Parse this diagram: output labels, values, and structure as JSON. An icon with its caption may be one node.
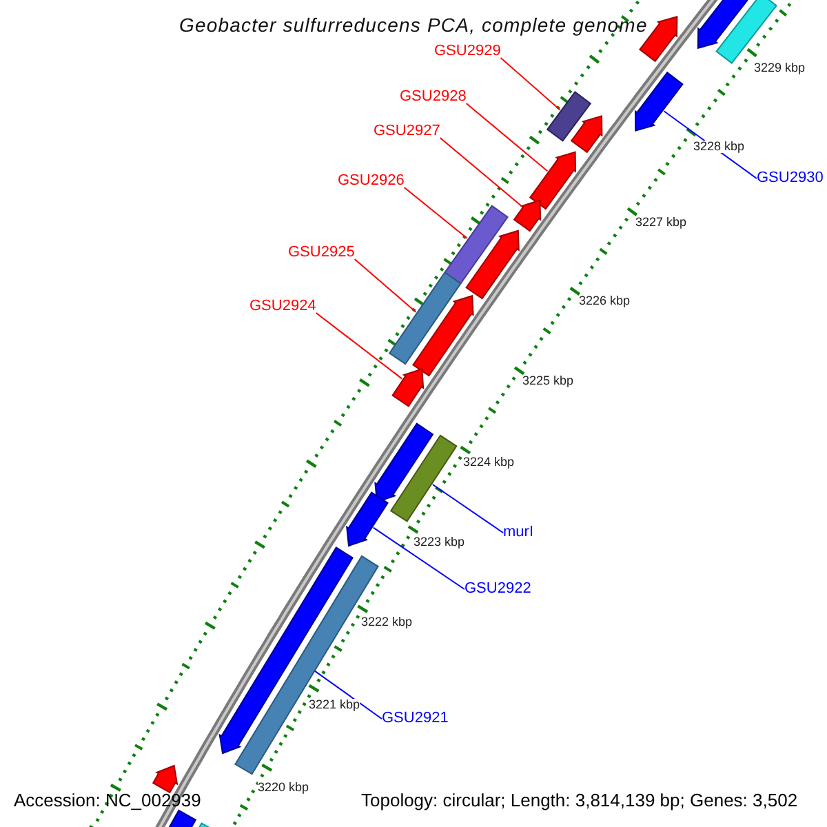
{
  "diagram": {
    "title": "Geobacter sulfurreducens PCA, complete genome",
    "nodes": [
      {
        "text": [
          "GSU2929"
        ]
      },
      {
        "text": [
          "GSU2928"
        ]
      },
      {
        "text": [
          "GSU2927"
        ]
      },
      {
        "text": [
          "GSU2930"
        ]
      },
      {
        "text": [
          "GSU2926"
        ]
      },
      {
        "text": [
          "GSU2925"
        ]
      },
      {
        "text": [
          "GSU2924"
        ]
      },
      {
        "text": [
          "murI"
        ]
      },
      {
        "text": [
          "GSU2922"
        ]
      },
      {
        "text": [
          "GSU2921"
        ]
      },
      {
        "text": [],
        "shape": "bar"
      },
      {
        "text": [],
        "shape": "arrow"
      },
      {
        "text": [],
        "shape": "arrow"
      },
      {
        "text": [],
        "shape": "arrow"
      },
      {
        "text": [],
        "shape": "bar"
      },
      {
        "text": [],
        "shape": "arrow"
      },
      {
        "text": [],
        "shape": "arrow"
      },
      {
        "text": [],
        "shape": "arrow"
      },
      {
        "text": [],
        "shape": "bar"
      },
      {
        "text": [],
        "shape": "arrow"
      },
      {
        "text": [],
        "shape": "bar"
      },
      {
        "text": [],
        "shape": "arrow"
      },
      {
        "text": [],
        "shape": "arrow"
      },
      {
        "text": [],
        "shape": "bar"
      },
      {
        "text": [],
        "shape": "arrow"
      },
      {
        "text": [],
        "shape": "arrow"
      },
      {
        "text": [],
        "shape": "bar"
      },
      {
        "text": [],
        "shape": "arrow"
      },
      {
        "text": [],
        "shape": "arrow"
      },
      {
        "text": [],
        "shape": "arrow"
      },
      {
        "text": [],
        "shape": "bar"
      }
    ],
    "edges": [
      {
        "from": 0,
        "to": 14,
        "arrow": "none"
      },
      {
        "from": 1,
        "to": 16,
        "arrow": "none"
      },
      {
        "from": 2,
        "to": 17,
        "arrow": "none"
      },
      {
        "from": 3,
        "to": 13,
        "arrow": "none",
        "color": "#0000ff"
      },
      {
        "from": 4,
        "to": 18,
        "arrow": "none"
      },
      {
        "from": 5,
        "to": 20,
        "arrow": "none"
      },
      {
        "from": 6,
        "to": 22,
        "arrow": "none"
      },
      {
        "from": 7,
        "to": 23,
        "arrow": "none",
        "color": "#0000ff"
      },
      {
        "from": 8,
        "to": 25,
        "arrow": "none",
        "color": "#0000ff"
      },
      {
        "from": 9,
        "to": 26,
        "arrow": "none",
        "color": "#0000ff"
      }
    ],
    "labels": [
      "3229 kbp",
      "3228 kbp",
      "3227 kbp",
      "3226 kbp",
      "3225 kbp",
      "3224 kbp",
      "3223 kbp",
      "3222 kbp",
      "3221 kbp",
      "3220 kbp",
      "Accession: NC_002939",
      "Topology: circular; Length: 3,814,139 bp; Genes: 3,502"
    ]
  }
}
